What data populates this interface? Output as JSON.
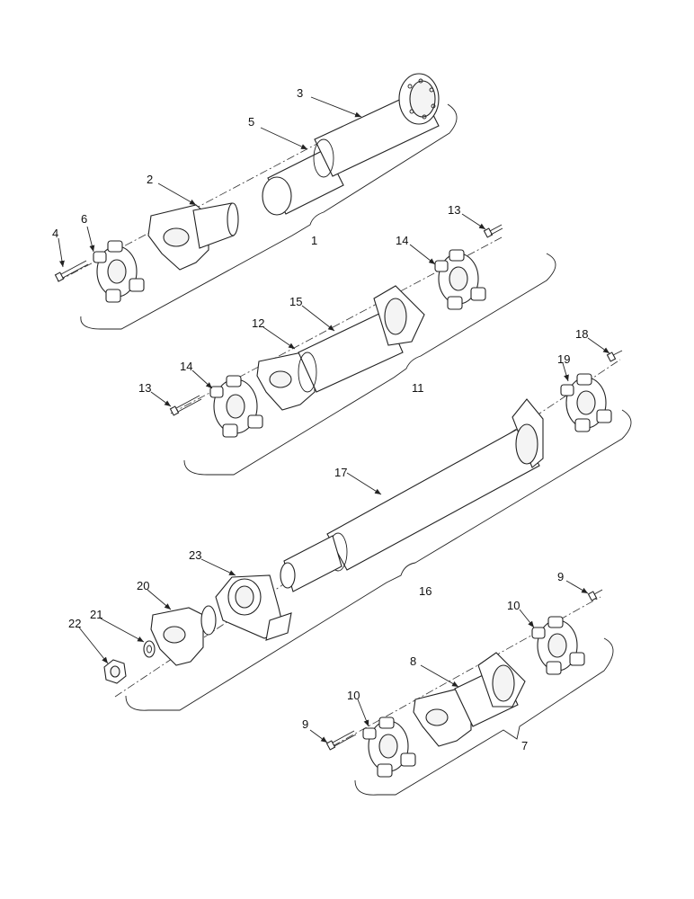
{
  "callouts": [
    "1",
    "2",
    "3",
    "4",
    "5",
    "6",
    "7",
    "8",
    "9",
    "10",
    "11",
    "12",
    "13",
    "14",
    "15",
    "16",
    "17",
    "18",
    "19",
    "20",
    "21",
    "22",
    "23"
  ],
  "colors": {
    "line": "#222222",
    "background": "#ffffff"
  }
}
